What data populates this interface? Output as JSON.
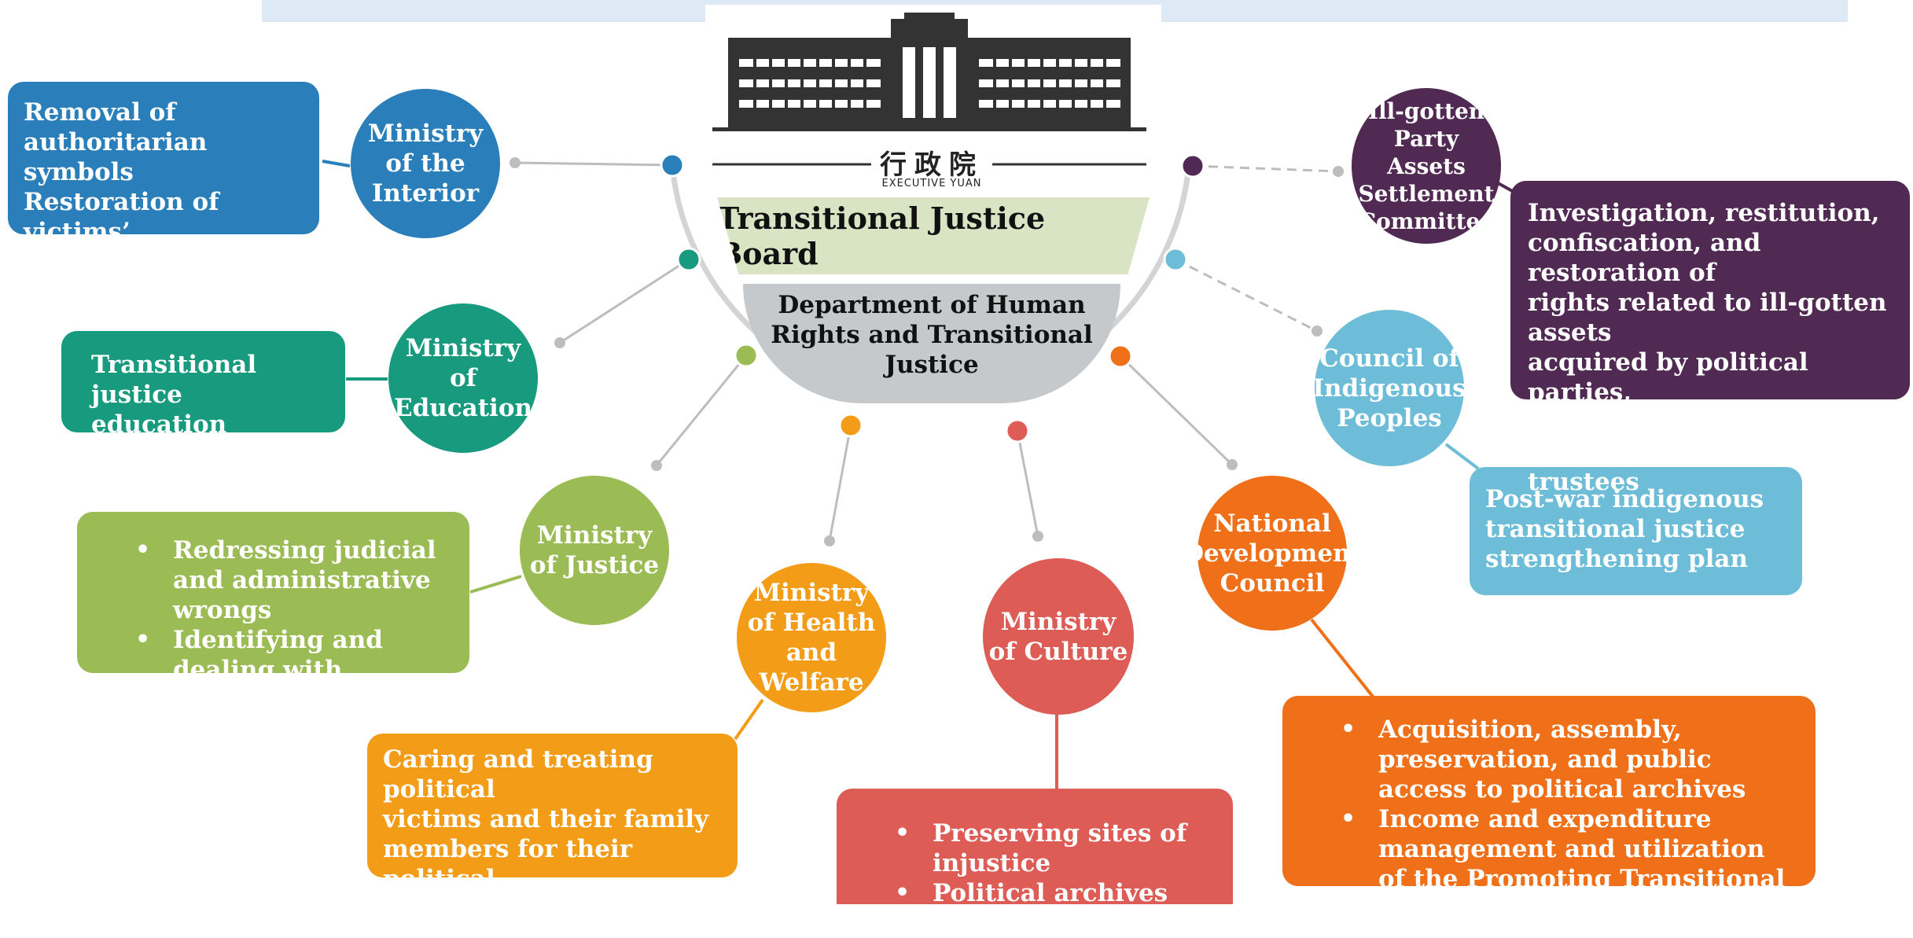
{
  "colors": {
    "blue": "#2a7fba",
    "teal": "#179a7e",
    "green": "#9bbb55",
    "orange": "#f39c18",
    "red": "#dd5c55",
    "darkorange": "#ef7019",
    "lightblue": "#6dbdd8",
    "purple": "#502a52",
    "ring": "#d4d4d4",
    "connector": "#bdbdbd"
  },
  "center": {
    "logo_cn": "行政院",
    "logo_en": "EXECUTIVE YUAN",
    "board": "Transitional Justice Board",
    "department": "Department of Human\nRights and Transitional\nJustice"
  },
  "agencies": [
    {
      "id": "interior",
      "name": "Ministry of the Interior",
      "lines": [
        "Ministry",
        "of the",
        "Interior"
      ],
      "box": {
        "text": "Removal of\nauthoritarian symbols\nRestoration of victims’\nrights"
      }
    },
    {
      "id": "education",
      "name": "Ministry of Education",
      "lines": [
        "Ministry",
        "of",
        "Education"
      ],
      "box": {
        "text": "Transitional justice\neducation"
      }
    },
    {
      "id": "justice",
      "name": "Ministry of Justice",
      "lines": [
        "Ministry",
        "of Justice"
      ],
      "box": {
        "bullets": [
          "Redressing judicial and administrative wrongs",
          "Identifying and dealing with perpetrators"
        ]
      }
    },
    {
      "id": "health",
      "name": "Ministry of Health and Welfare",
      "lines": [
        "Ministry",
        "of Health",
        "and",
        "Welfare"
      ],
      "box": {
        "text": "Caring and treating political\nvictims and their family\nmembers for their political\nviolence trauma"
      }
    },
    {
      "id": "culture",
      "name": "Ministry of Culture",
      "lines": [
        "Ministry",
        "of Culture"
      ],
      "box": {
        "bullets": [
          "Preserving sites of injustice",
          "Political archives research"
        ]
      }
    },
    {
      "id": "ndc",
      "name": "National Development Council",
      "lines": [
        "National",
        "Development",
        "Council"
      ],
      "box": {
        "bullets": [
          "Acquisition, assembly, preservation, and public access to political archives",
          "Income and expenditure management and utilization of the Promoting Transitional Justice Fund"
        ]
      }
    },
    {
      "id": "indigenous",
      "name": "Council of Indigenous Peoples",
      "lines": [
        "Council of",
        "Indigenous",
        "Peoples"
      ],
      "box": {
        "text": "Post-war indigenous\ntransitional justice\nstrengthening plan"
      }
    },
    {
      "id": "assets",
      "name": "Ill-gotten Party Assets Settlement Committee",
      "lines": [
        "Ill-gotten",
        "Party Assets",
        "Settlement",
        "Committee"
      ],
      "box": {
        "text": "Investigation, restitution,\nconfiscation, and restoration of\nrights related to ill-gotten assets\nacquired by political parties,\ntheir affiliate organizations, and\ntrustees"
      }
    }
  ]
}
